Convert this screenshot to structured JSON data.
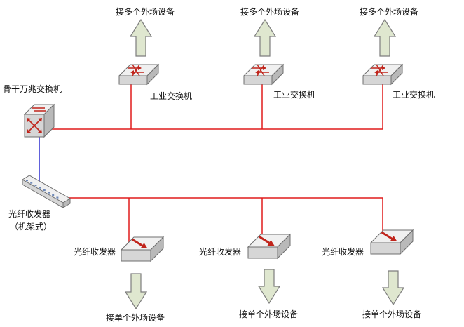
{
  "colors": {
    "fiber_link": "#e01b1b",
    "backbone_link": "#2c2ccf",
    "arrow_fill": "#dfe7cf",
    "arrow_stroke": "#7d7d7d",
    "device_top": "#f0f0f0",
    "device_front": "#d6d6d6",
    "device_side": "#b9b9b9",
    "device_edge": "#6f6f6f",
    "device_mark": "#c0241b"
  },
  "backbone": {
    "label": "骨干万兆交换机",
    "icon": "core-switch-icon"
  },
  "rack_transceiver": {
    "label_line1": "光纤收发器",
    "label_line2": "（机架式）",
    "icon": "rack-transceiver-icon"
  },
  "industrial_switches": [
    {
      "label": "工业交换机",
      "arrow_label": "接多个外场设备",
      "icon": "switch-icon"
    },
    {
      "label": "工业交换机",
      "arrow_label": "接多个外场设备",
      "icon": "switch-icon"
    },
    {
      "label": "工业交换机",
      "arrow_label": "接多个外场设备",
      "icon": "switch-icon"
    }
  ],
  "transceivers": [
    {
      "label": "光纤收发器",
      "arrow_label": "接单个外场设备",
      "icon": "transceiver-icon"
    },
    {
      "label": "光纤收发器",
      "arrow_label": "接单个外场设备",
      "icon": "transceiver-icon"
    },
    {
      "label": "光纤收发器",
      "arrow_label": "接单个外场设备",
      "icon": "transceiver-icon"
    }
  ]
}
